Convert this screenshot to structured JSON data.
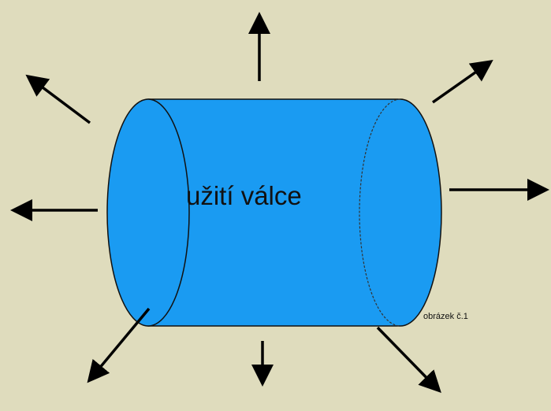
{
  "diagram": {
    "label": "užití válce",
    "caption": "obrázek č.1",
    "colors": {
      "background": "#dfdcbd",
      "cylinder_fill": "#1a9bf2",
      "outline": "#111111",
      "arrows": "#000000"
    },
    "icons": [
      "cylinder-shape",
      "arrow-up-icon",
      "arrow-down-icon",
      "arrow-left-icon",
      "arrow-right-icon",
      "arrow-upleft-icon",
      "arrow-upright-icon",
      "arrow-downleft-icon",
      "arrow-downright-icon"
    ]
  }
}
